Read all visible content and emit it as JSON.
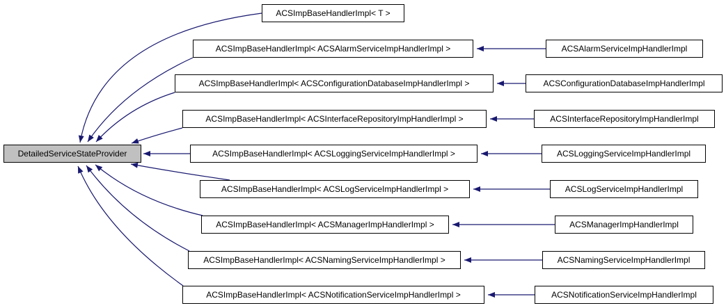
{
  "diagram": {
    "type": "class-inheritance-graph",
    "focus_node": "DetailedServiceStateProvider",
    "colors": {
      "edge": "#191970",
      "node_border": "#000000",
      "node_fill": "#ffffff",
      "focus_fill": "#c0c0c0",
      "background": "#ffffff"
    },
    "rows": [
      {
        "mid": "ACSImpBaseHandlerImpl< T >",
        "right": ""
      },
      {
        "mid": "ACSImpBaseHandlerImpl< ACSAlarmServiceImpHandlerImpl >",
        "right": "ACSAlarmServiceImpHandlerImpl"
      },
      {
        "mid": "ACSImpBaseHandlerImpl< ACSConfigurationDatabaseImpHandlerImpl >",
        "right": "ACSConfigurationDatabaseImpHandlerImpl"
      },
      {
        "mid": "ACSImpBaseHandlerImpl< ACSInterfaceRepositoryImpHandlerImpl >",
        "right": "ACSInterfaceRepositoryImpHandlerImpl"
      },
      {
        "mid": "ACSImpBaseHandlerImpl< ACSLoggingServiceImpHandlerImpl >",
        "right": "ACSLoggingServiceImpHandlerImpl"
      },
      {
        "mid": "ACSImpBaseHandlerImpl< ACSLogServiceImpHandlerImpl >",
        "right": "ACSLogServiceImpHandlerImpl"
      },
      {
        "mid": "ACSImpBaseHandlerImpl< ACSManagerImpHandlerImpl >",
        "right": "ACSManagerImpHandlerImpl"
      },
      {
        "mid": "ACSImpBaseHandlerImpl< ACSNamingServiceImpHandlerImpl >",
        "right": "ACSNamingServiceImpHandlerImpl"
      },
      {
        "mid": "ACSImpBaseHandlerImpl< ACSNotificationServiceImpHandlerImpl >",
        "right": "ACSNotificationServiceImpHandlerImpl"
      }
    ]
  }
}
